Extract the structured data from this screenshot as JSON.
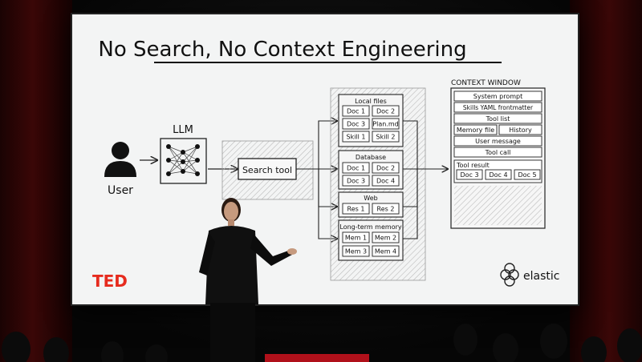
{
  "slide": {
    "title": "No Search, No Context Engineering",
    "user_label": "User",
    "llm_label": "LLM",
    "search_tool_label": "Search tool",
    "sources": [
      {
        "title": "Local files",
        "items": [
          "Doc 1",
          "Doc 2",
          "Doc 3",
          "Plan.md",
          "Skill 1",
          "Skill 2"
        ]
      },
      {
        "title": "Database",
        "items": [
          "Doc 1",
          "Doc 2",
          "Doc 3",
          "Doc 4"
        ]
      },
      {
        "title": "Web",
        "items": [
          "Res 1",
          "Res 2"
        ]
      },
      {
        "title": "Long-term memory",
        "items": [
          "Mem 1",
          "Mem 2",
          "Mem 3",
          "Mem 4"
        ]
      }
    ],
    "context_window": {
      "title": "CONTEXT WINDOW",
      "rows": [
        "System prompt",
        "Skills YAML frontmatter",
        "Tool list"
      ],
      "memory_file": "Memory file",
      "history": "History",
      "user_message": "User message",
      "tool_call": "Tool call",
      "tool_result_title": "Tool result",
      "tool_result_docs": [
        "Doc 3",
        "Doc 4",
        "Doc 5"
      ]
    },
    "ted_logo": "TED",
    "elastic_logo": "elastic"
  },
  "colors": {
    "ted_red": "#e62b1e",
    "screen_bg": "#f3f4f4",
    "curtain": "#3a0707",
    "ink": "#111111"
  }
}
